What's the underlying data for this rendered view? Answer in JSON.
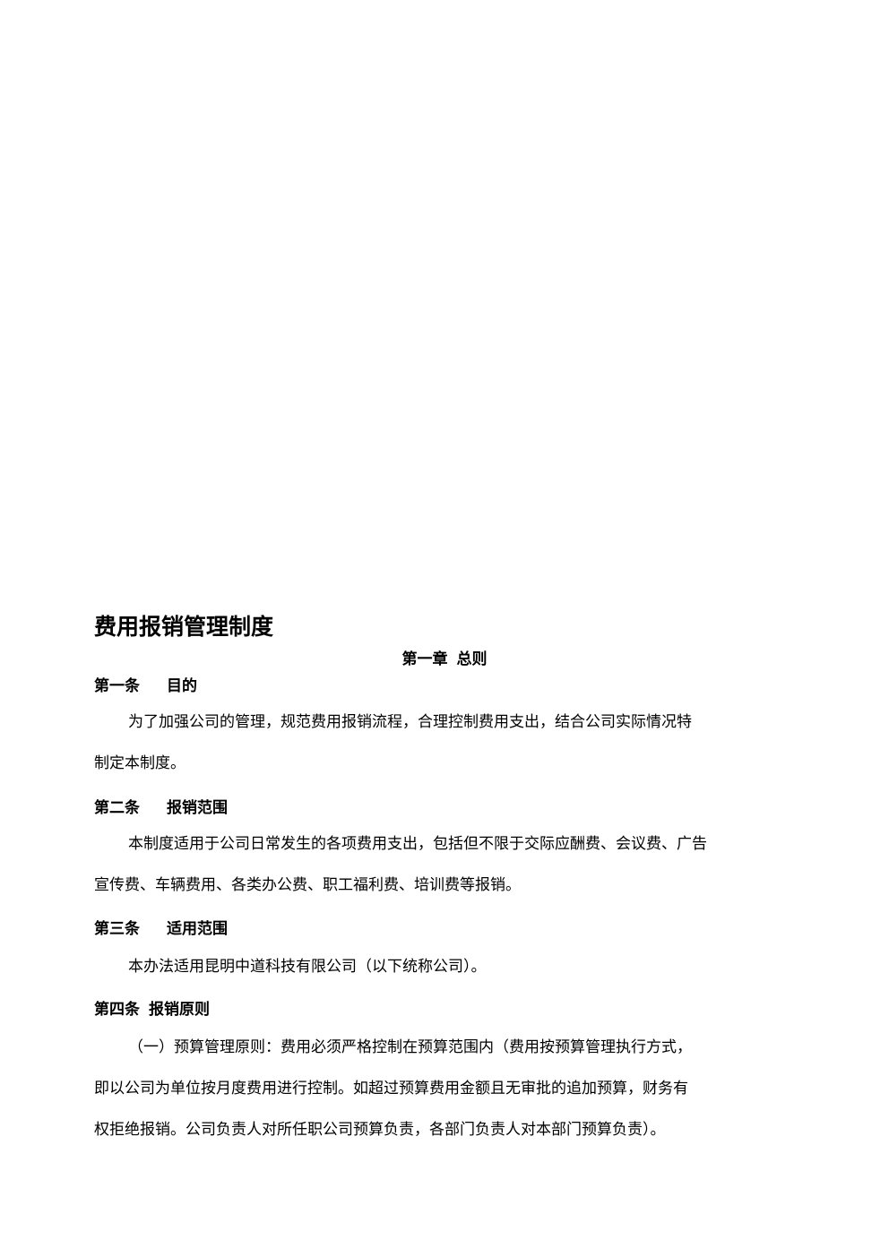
{
  "document": {
    "title": "费用报销管理制度",
    "chapter": {
      "number": "第一章",
      "name": "总则"
    },
    "articles": [
      {
        "number": "第一条",
        "title": "目的",
        "lines": [
          "为了加强公司的管理，规范费用报销流程，合理控制费用支出，结合公司实际情况特",
          "制定本制度。"
        ]
      },
      {
        "number": "第二条",
        "title": "报销范围",
        "lines": [
          "本制度适用于公司日常发生的各项费用支出，包括但不限于交际应酬费、会议费、广告",
          "宣传费、车辆费用、各类办公费、职工福利费、培训费等报销。"
        ]
      },
      {
        "number": "第三条",
        "title": "适用范围",
        "lines": [
          "本办法适用昆明中道科技有限公司（以下统称公司）。"
        ]
      },
      {
        "number": "第四条",
        "title": "报销原则",
        "lines": [
          "（一）预算管理原则：费用必须严格控制在预算范围内（费用按预算管理执行方式，",
          "即以公司为单位按月度费用进行控制。如超过预算费用金额且无审批的追加预算，财务有",
          "权拒绝报销。公司负责人对所任职公司预算负责，各部门负责人对本部门预算负责）。"
        ]
      }
    ]
  }
}
